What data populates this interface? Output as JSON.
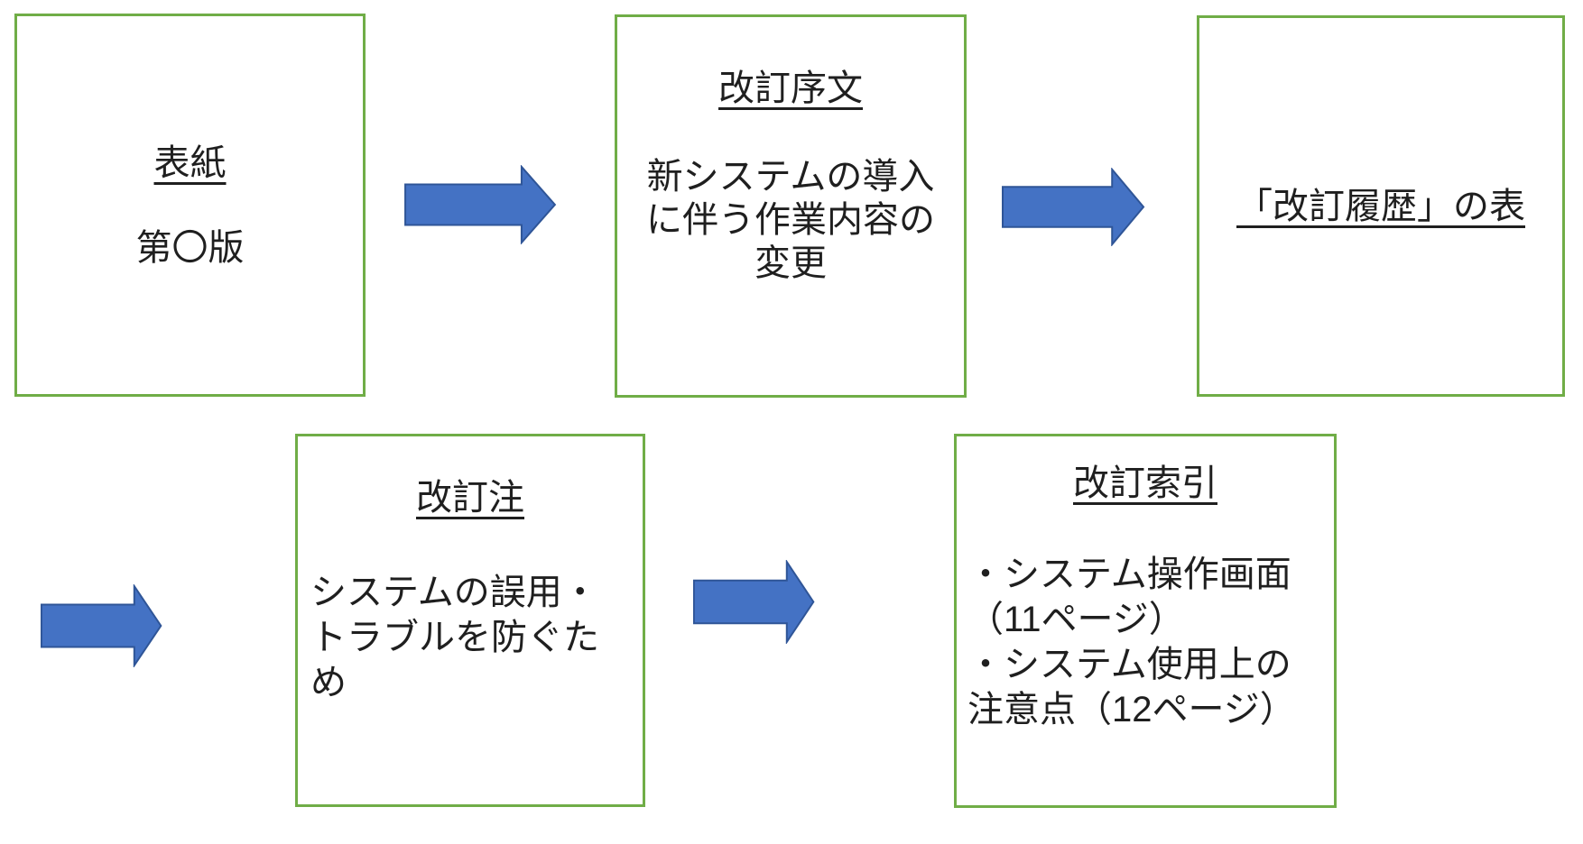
{
  "diagram": {
    "colors": {
      "box_border": "#70AD47",
      "arrow_fill": "#4472C4",
      "arrow_outline": "#2F5597",
      "text": "#1f1f1f",
      "background": "#ffffff"
    },
    "boxes": [
      {
        "id": "cover",
        "title": "表紙",
        "body_lines": [
          "第〇版"
        ]
      },
      {
        "id": "revision-preface",
        "title": "改訂序文",
        "body_lines": [
          "新システムの導入",
          "に伴う作業内容の",
          "変更"
        ]
      },
      {
        "id": "revision-history-table",
        "title": "「改訂履歴」の表",
        "body_lines": []
      },
      {
        "id": "revision-note",
        "title": "改訂注",
        "body_lines": [
          "システムの誤用・",
          "トラブルを防ぐた",
          "め"
        ]
      },
      {
        "id": "revision-index",
        "title": "改訂索引",
        "body_lines": [
          "・システム操作画面",
          "（11ページ）",
          "・システム使用上の",
          "注意点（12ページ）"
        ]
      }
    ],
    "arrows": [
      {
        "id": "arrow-1",
        "direction": "right"
      },
      {
        "id": "arrow-2",
        "direction": "right"
      },
      {
        "id": "arrow-3",
        "direction": "right"
      },
      {
        "id": "arrow-4",
        "direction": "right"
      }
    ]
  }
}
